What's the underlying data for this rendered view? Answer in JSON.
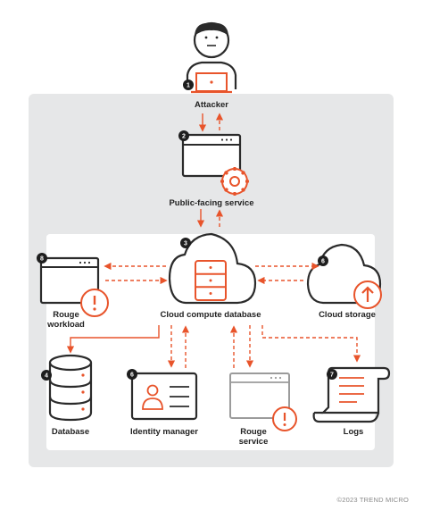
{
  "nodes": {
    "attacker": {
      "number": "1",
      "label": "Attacker"
    },
    "public_service": {
      "number": "2",
      "label": "Public-facing service"
    },
    "cloud_db": {
      "number": "3",
      "label": "Cloud compute database"
    },
    "database": {
      "number": "4",
      "label": "Database"
    },
    "identity": {
      "number": "6",
      "label": "Identity manager"
    },
    "rouge_service": {
      "label_line1": "Rouge",
      "label_line2": "service"
    },
    "logs": {
      "number": "7",
      "label": "Logs"
    },
    "rouge_workload": {
      "number": "8",
      "label_line1": "Rouge",
      "label_line2": "workload"
    },
    "cloud_storage": {
      "number": "6",
      "label": "Cloud storage"
    }
  },
  "copyright": "©2023 TREND MICRO",
  "colors": {
    "accent": "#e8542b",
    "outline": "#2b2b2b",
    "panel_outer": "#e6e7e8",
    "panel_inner": "#ffffff",
    "muted": "#9b9b9b"
  }
}
